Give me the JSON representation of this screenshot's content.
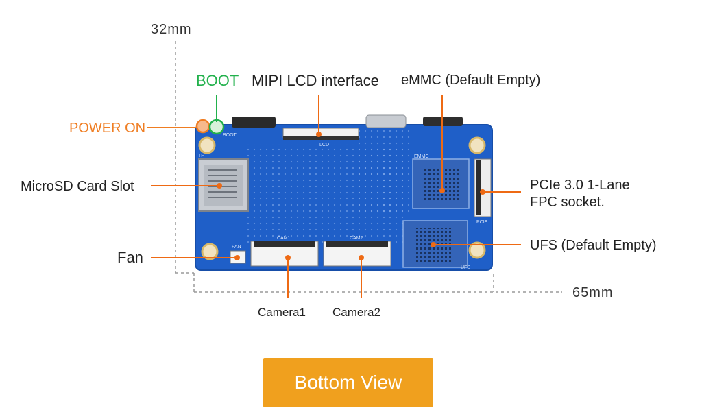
{
  "dimensions": {
    "height_label": "32mm",
    "width_label": "65mm"
  },
  "labels": {
    "boot": "BOOT",
    "power_on": "POWER ON",
    "mipi_lcd": "MIPI LCD interface",
    "emmc": "eMMC (Default Empty)",
    "microsd": "MicroSD Card Slot",
    "pcie_line1": "PCIe 3.0 1-Lane",
    "pcie_line2": "FPC socket.",
    "fan": "Fan",
    "ufs": "UFS (Default Empty)",
    "camera1": "Camera1",
    "camera2": "Camera2"
  },
  "silkscreen": {
    "lcd": "LCD",
    "cam1": "CAM1",
    "cam2": "CAM2",
    "fan": "FAN",
    "pcie": "PCIE",
    "ufs": "UFS",
    "tf": "TF",
    "emmc": "EMMC",
    "boot": "BOOT"
  },
  "button": {
    "label": "Bottom View"
  },
  "colors": {
    "board": "#1f5fc8",
    "board_edge": "#174ea8",
    "accent_orange": "#ef7d22",
    "boot_green": "#22b14c",
    "button_bg": "#f0a01e",
    "leader": "#ee6a14",
    "dimension_line": "#9a9a9a"
  }
}
